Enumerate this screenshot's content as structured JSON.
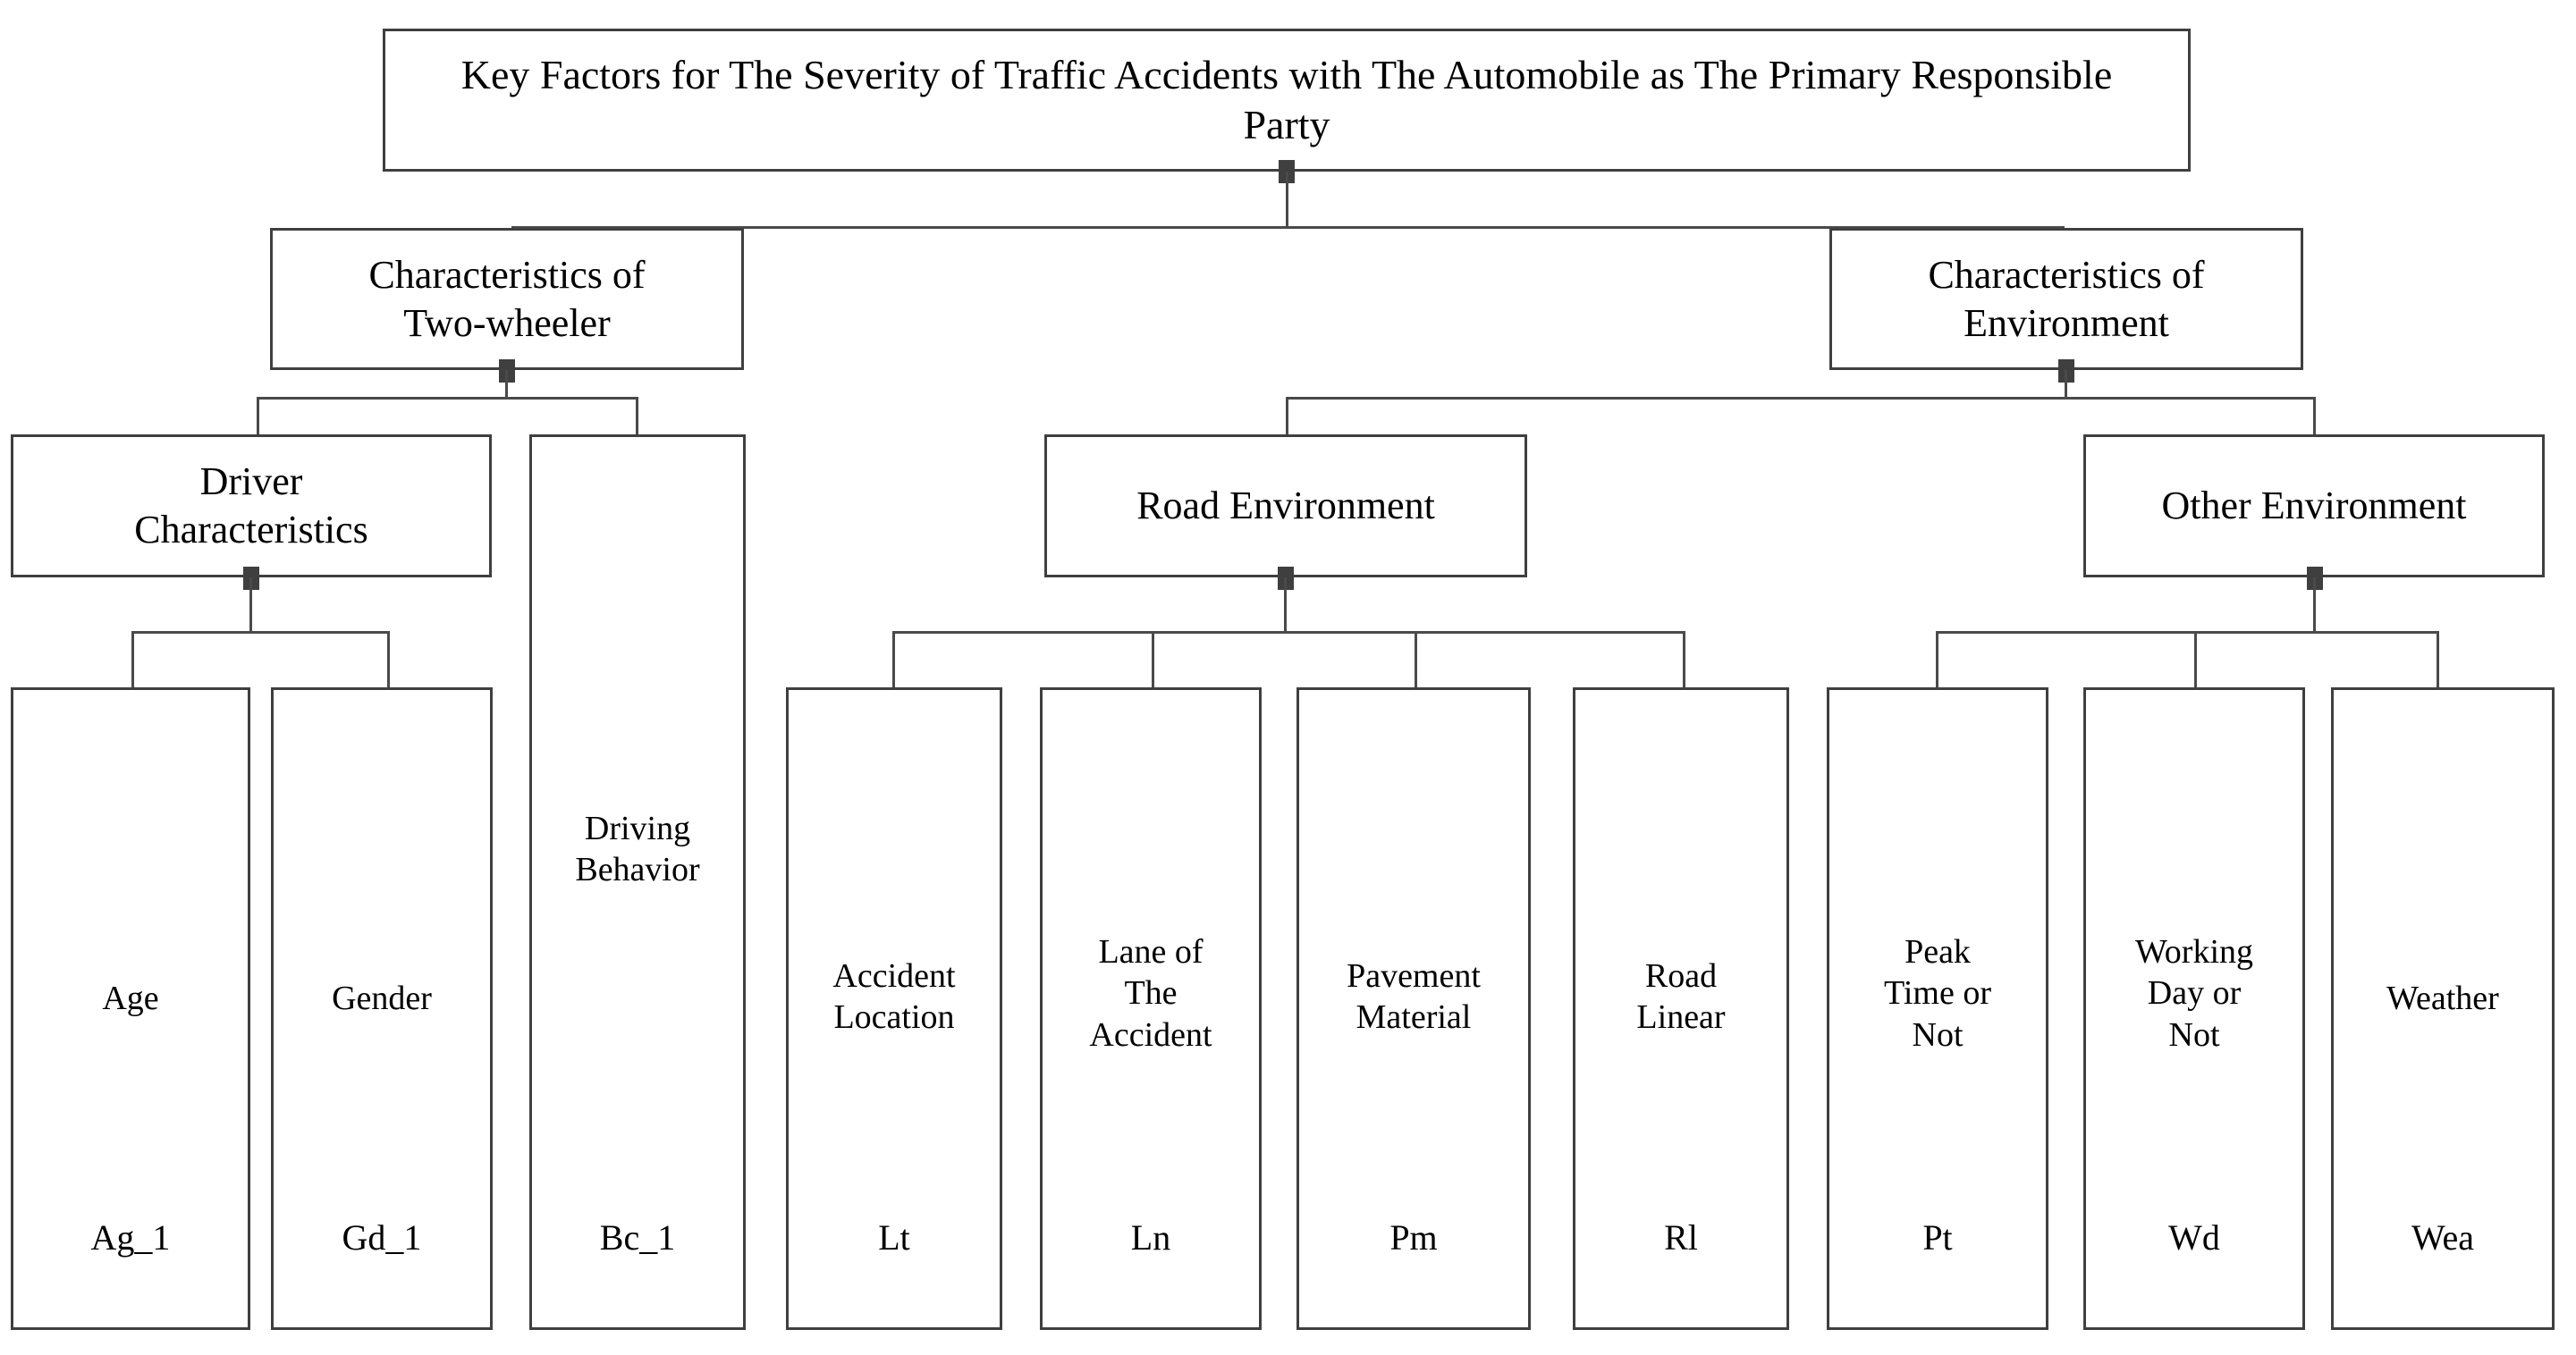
{
  "diagram": {
    "title": "Key Factors for The Severity of Traffic Accidents with The Automobile as The Primary Responsible Party",
    "level2": {
      "two_wheeler": "Characteristics of\nTwo-wheeler",
      "environment": "Characteristics of\nEnvironment"
    },
    "level3": {
      "driver_characteristics": "Driver\nCharacteristics",
      "road_environment": "Road Environment",
      "other_environment": "Other Environment"
    },
    "leaves": [
      {
        "name": "Age",
        "code": "Ag_1"
      },
      {
        "name": "Gender",
        "code": "Gd_1"
      },
      {
        "name": "Driving\nBehavior",
        "code": "Bc_1"
      },
      {
        "name": "Accident\nLocation",
        "code": "Lt"
      },
      {
        "name": "Lane of\nThe\nAccident",
        "code": "Ln"
      },
      {
        "name": "Pavement\nMaterial",
        "code": "Pm"
      },
      {
        "name": "Road\nLinear",
        "code": "Rl"
      },
      {
        "name": "Peak\nTime or\nNot",
        "code": "Pt"
      },
      {
        "name": "Working\nDay or\nNot",
        "code": "Wd"
      },
      {
        "name": "Weather",
        "code": "Wea"
      }
    ],
    "colors": {
      "border": "#3f3f3f",
      "text": "#000000",
      "background": "#ffffff"
    }
  }
}
